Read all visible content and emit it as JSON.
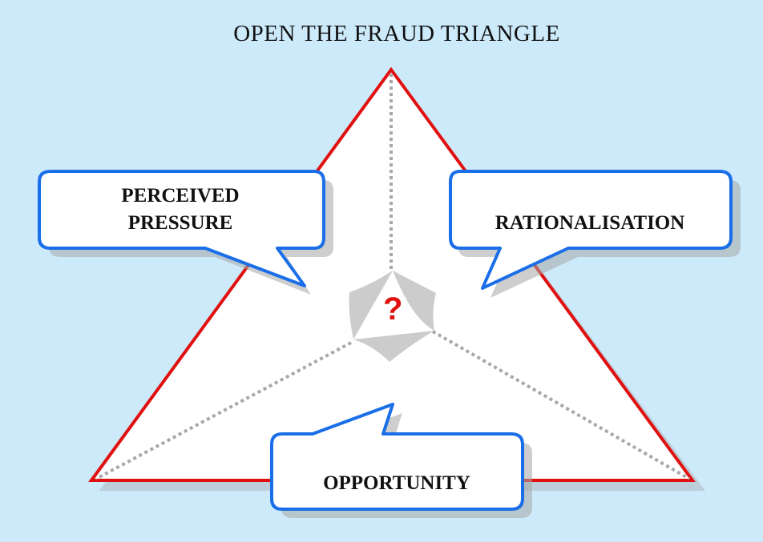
{
  "title": "OPEN THE FRAUD TRIANGLE",
  "center_symbol": "?",
  "bubbles": {
    "pressure": {
      "line1": "PERCEIVED",
      "line2": "PRESSURE"
    },
    "rationalisation": {
      "label": "RATIONALISATION"
    },
    "opportunity": {
      "label": "OPPORTUNITY"
    }
  },
  "colors": {
    "background": "#cdeafb",
    "triangle_outline": "#e01010",
    "bubble_border": "#1a6ee8",
    "center_symbol": "#e01010",
    "dotted_lines": "#a8a8a8"
  }
}
